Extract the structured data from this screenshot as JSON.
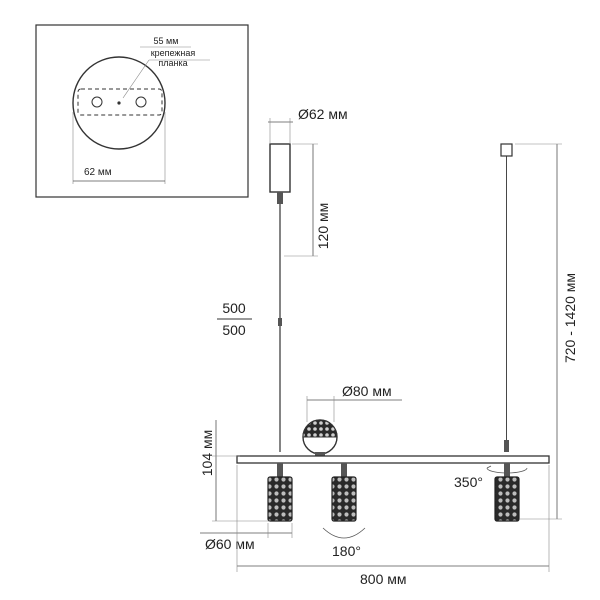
{
  "inset": {
    "plate_length": "55 мм",
    "plate_caption_line1": "крепежная",
    "plate_caption_line2": "планка",
    "canopy_width": "62 мм"
  },
  "dims": {
    "canopy_diameter": "Ø62 мм",
    "canopy_height": "120 мм",
    "rod_length_top": "500",
    "rod_length_bottom": "500",
    "sphere_diameter": "Ø80 мм",
    "fixture_height": "104 мм",
    "shade_diameter": "Ø60 мм",
    "total_height": "720 - 1420 мм",
    "rotation_small": "180°",
    "rotation_large": "350°",
    "total_width": "800 мм"
  },
  "colors": {
    "line": "#333333",
    "dimension": "#555555",
    "shade_dark": "#2a2a2a",
    "shade_pattern": "#c8c8c8",
    "background": "#ffffff"
  }
}
